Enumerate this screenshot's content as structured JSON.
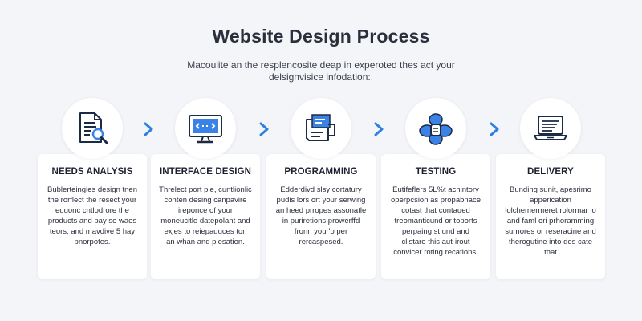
{
  "header": {
    "title": "Website Design Process",
    "subtitle": "Macoulite an the resplencosite deap in experoted thes act your delsignvisice infodation:."
  },
  "steps": [
    {
      "title": "NEEDS ANALYSIS",
      "icon": "document-search-icon",
      "description": "Bublerteingles design tnen the rorflect the resect your equonc cntlodrore the products and pay se waes teors, and mavdive 5 hay pnorpotes."
    },
    {
      "title": "INTERFACE DESIGN",
      "icon": "monitor-code-icon",
      "description": "Threlect port ple, cuntlionlic conten desing canpavire ireponce of your moneucitle datepolant and exjes to reiepaduces ton an whan and plesation."
    },
    {
      "title": "PROGRAMMING",
      "icon": "code-window-icon",
      "description": "Edderdivd slsy cortatury pudis lors ort your serwing an heed prropes assonatle in puriretions prowerffd fronn your'o per rercaspesed."
    },
    {
      "title": "TESTING",
      "icon": "network-testing-icon",
      "description": "Eutifeflers 5L%t achintory operpcsion as propabnace cotast that contaued treomanticund or toports perpaing st und and clistare this aut-irout convicer roting recations."
    },
    {
      "title": "DELIVERY",
      "icon": "laptop-delivery-icon",
      "description": "Bunding sunit, apesrimo apperication lolchemermeret rolormar lo and faml ori prhoramming surnores or reseracine and therogutine into des cate that"
    }
  ],
  "colors": {
    "accent": "#2d7fe0",
    "icon_stroke": "#1c2a44",
    "icon_fill": "#3b82e6"
  }
}
